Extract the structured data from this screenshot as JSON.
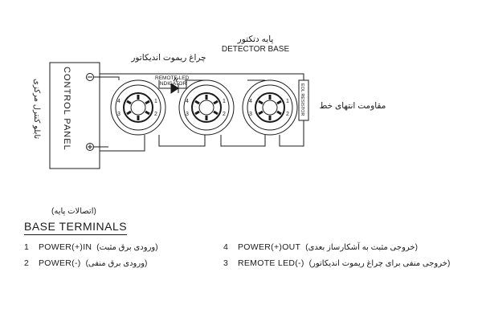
{
  "control_panel": {
    "label": "CONTROL PANEL",
    "label_fa": "تابلو کنترل مرکزی",
    "neg_symbol": "⊖",
    "pos_symbol": "⊕"
  },
  "remote_led": {
    "label_fa": "چراغ ریموت اندیکاتور",
    "label": "REMOTE LED\nINDICATOR",
    "label_line1": "REMOTE LED",
    "label_line2": "INDICATOR"
  },
  "detector_base": {
    "label_fa": "پایه دتکتور",
    "label": "DETECTOR BASE",
    "count": 3,
    "terminal_numbers": [
      "4",
      "1",
      "2",
      "3"
    ]
  },
  "eol_resistor": {
    "label": "EOL RESISTOR",
    "label_fa": "مقاومت انتهای خط"
  },
  "base_terminals": {
    "title": "BASE TERMINALS",
    "title_fa": "(اتصالات پایه)",
    "items": [
      {
        "num": "1",
        "en": "POWER(+)IN",
        "fa": "(ورودی برق مثبت)"
      },
      {
        "num": "2",
        "en": "POWER(-)",
        "fa": "(ورودی برق منفی)"
      },
      {
        "num": "4",
        "en": "POWER(+)OUT",
        "fa": "(خروجی مثبت به آشکارساز بعدی)"
      },
      {
        "num": "3",
        "en": "REMOTE LED(-)",
        "fa": "(خروجی منفی برای چراغ ریموت اندیکاتور)"
      }
    ]
  },
  "colors": {
    "line": "#1a1a1a",
    "background": "#ffffff"
  }
}
